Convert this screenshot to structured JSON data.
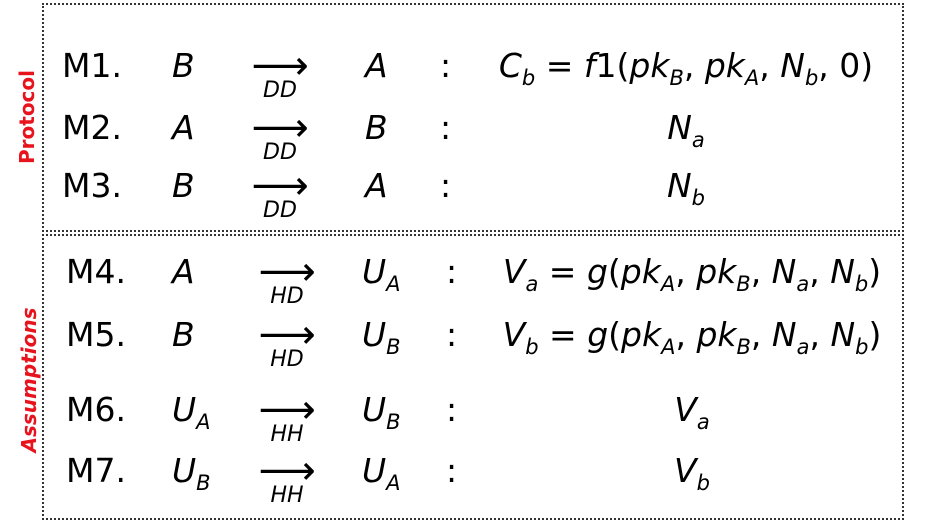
{
  "sections": {
    "protocol_label": "Protocol",
    "assumptions_label": "Assumptions"
  },
  "rows": [
    {
      "id": "M1.",
      "from": "B",
      "from_sub": "",
      "channel": "DD",
      "to": "A",
      "to_sub": "",
      "colon": ":",
      "message": "C_b = f1(pk_B, pk_A, N_b, 0)"
    },
    {
      "id": "M2.",
      "from": "A",
      "from_sub": "",
      "channel": "DD",
      "to": "B",
      "to_sub": "",
      "colon": ":",
      "message": "N_a"
    },
    {
      "id": "M3.",
      "from": "B",
      "from_sub": "",
      "channel": "DD",
      "to": "A",
      "to_sub": "",
      "colon": ":",
      "message": "N_b"
    },
    {
      "id": "M4.",
      "from": "A",
      "from_sub": "",
      "channel": "HD",
      "to": "U",
      "to_sub": "A",
      "colon": ":",
      "message": "V_a = g(pk_A, pk_B, N_a, N_b)"
    },
    {
      "id": "M5.",
      "from": "B",
      "from_sub": "",
      "channel": "HD",
      "to": "U",
      "to_sub": "B",
      "colon": ":",
      "message": "V_b = g(pk_A, pk_B, N_a, N_b)"
    },
    {
      "id": "M6.",
      "from": "U",
      "from_sub": "A",
      "channel": "HH",
      "to": "U",
      "to_sub": "B",
      "colon": ":",
      "message": "V_a"
    },
    {
      "id": "M7.",
      "from": "U",
      "from_sub": "B",
      "channel": "HH",
      "to": "U",
      "to_sub": "A",
      "colon": ":",
      "message": "V_b"
    }
  ]
}
